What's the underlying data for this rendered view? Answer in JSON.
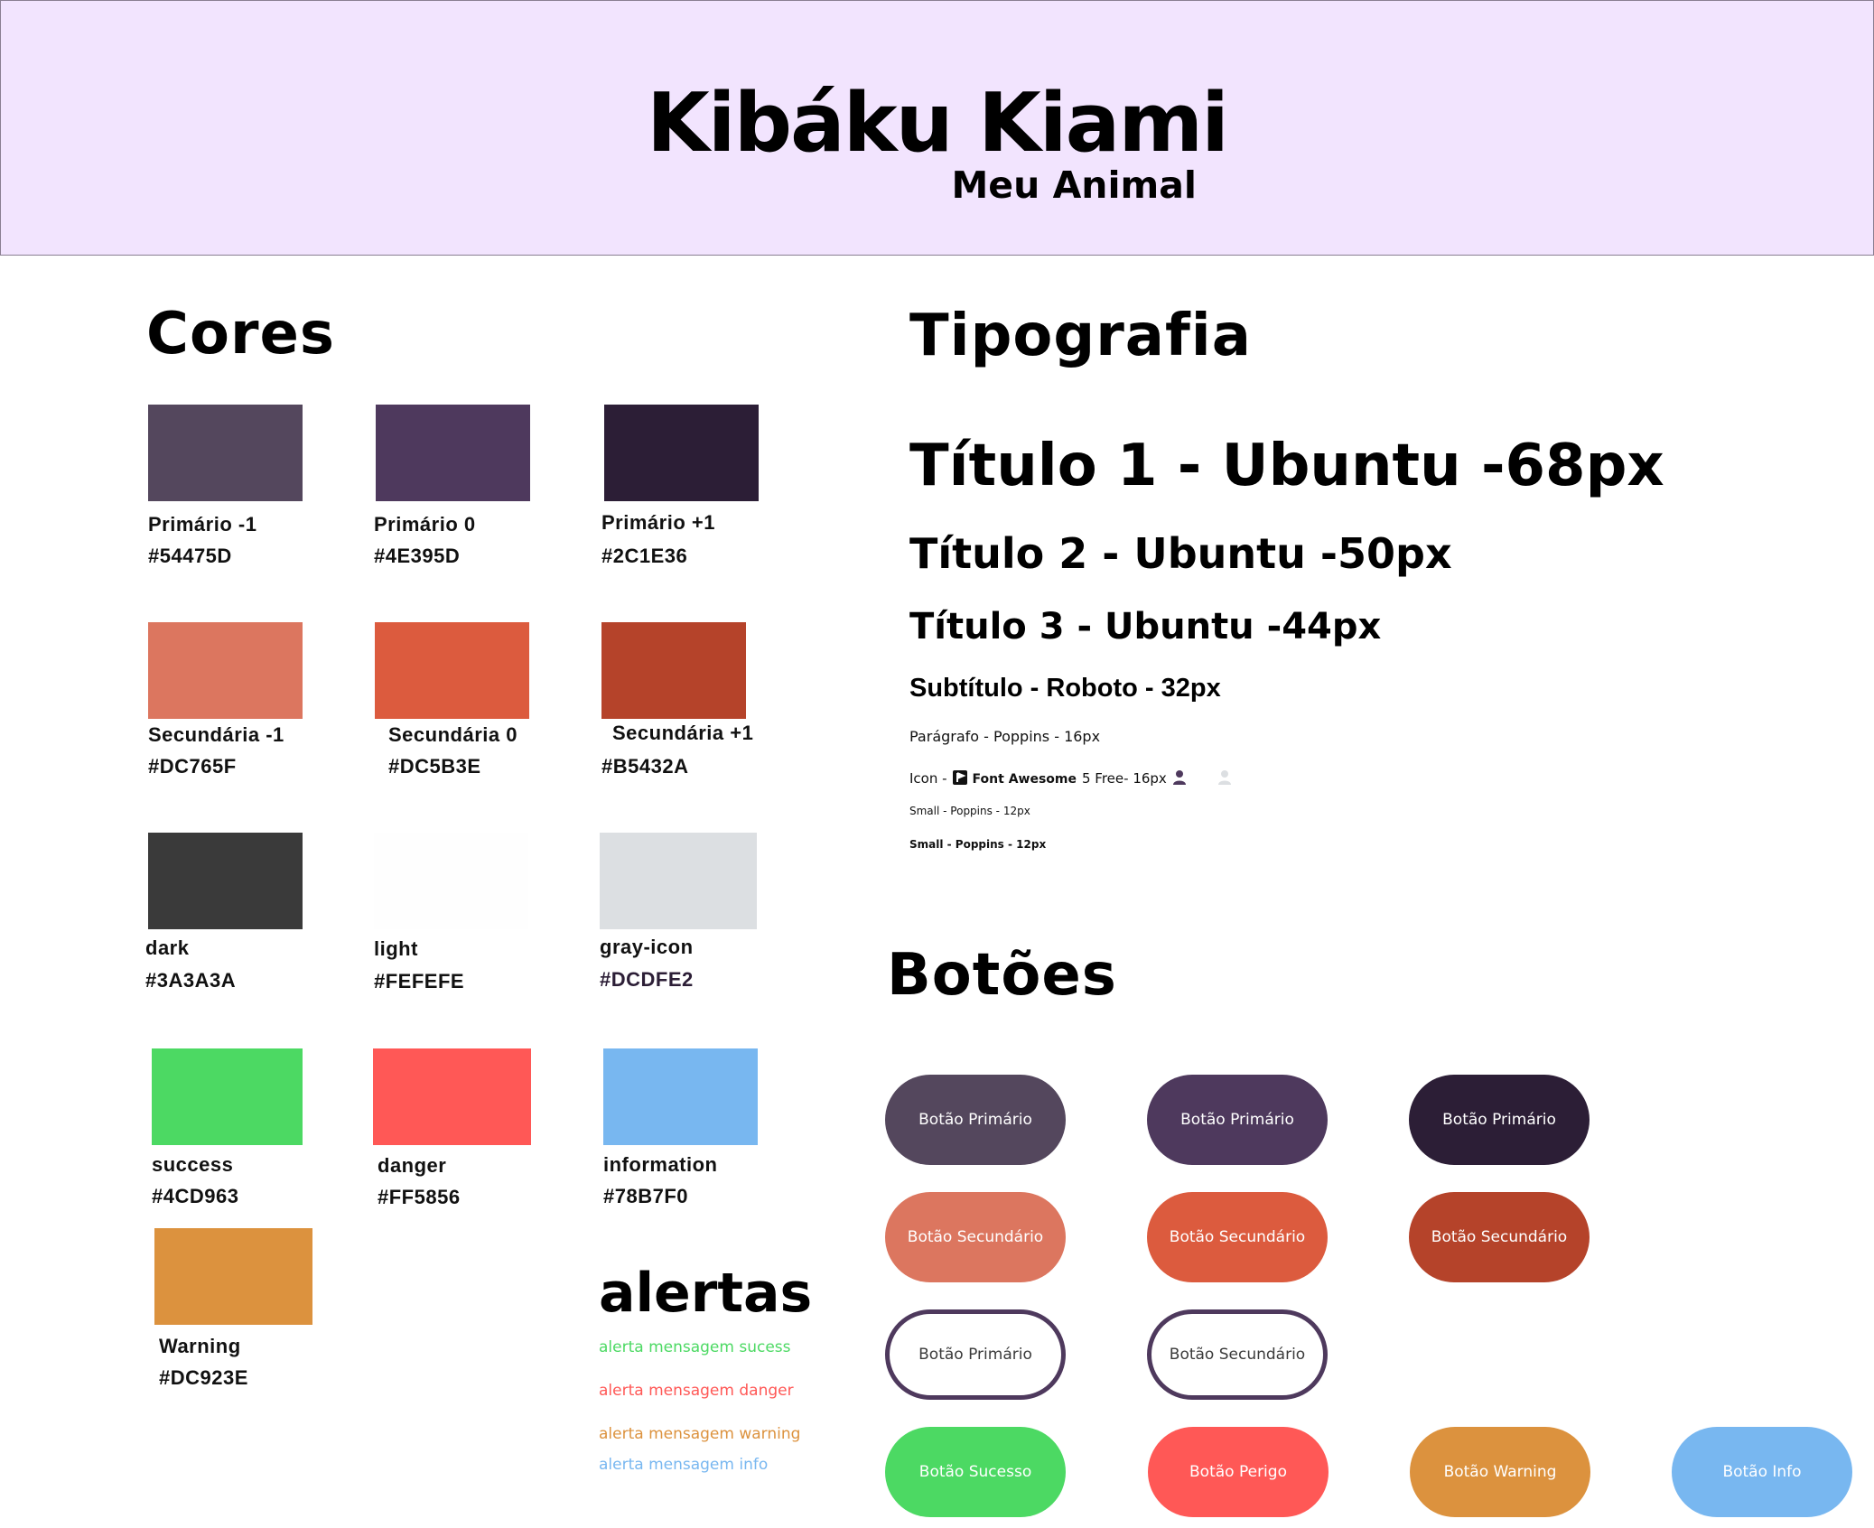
{
  "header": {
    "title": "Kibáku Kiami",
    "subtitle": "Meu Animal"
  },
  "colors_section": {
    "title": "Cores",
    "swatches": [
      {
        "name": "Primário -1",
        "hex_label": "#54475D",
        "color": "#54475D"
      },
      {
        "name": "Primário 0",
        "hex_label": "#4E395D",
        "color": "#4E395D"
      },
      {
        "name": "Primário +1",
        "hex_label": "#2C1E36",
        "color": "#2C1E36"
      },
      {
        "name": "Secundária -1",
        "hex_label": "#DC765F",
        "color": "#DC765F"
      },
      {
        "name": "Secundária 0",
        "hex_label": "#DC5B3E",
        "color": "#DC5B3E"
      },
      {
        "name": "Secundária +1",
        "hex_label": "#B5432A",
        "color": "#B5432A"
      },
      {
        "name": "dark",
        "hex_label": "#3A3A3A",
        "color": "#3A3A3A"
      },
      {
        "name": "light",
        "hex_label": "#FEFEFE",
        "color": "#FEFEFE"
      },
      {
        "name": "gray-icon",
        "hex_label": "#DCDFE2",
        "color": "#DCDFE2"
      },
      {
        "name": "success",
        "hex_label": "#4CD963",
        "color": "#4CD963"
      },
      {
        "name": "danger",
        "hex_label": "#FF5856",
        "color": "#FF5856"
      },
      {
        "name": "information",
        "hex_label": "#78B7F0",
        "color": "#78B7F0"
      },
      {
        "name": "Warning",
        "hex_label": "#DC923E",
        "color": "#DC923E"
      }
    ]
  },
  "typography_section": {
    "title": "Tipografia",
    "title1": "Título 1 - Ubuntu -68px",
    "title2": "Título 2 - Ubuntu -50px",
    "title3": "Título 3 - Ubuntu -44px",
    "subtitle": "Subtítulo - Roboto - 32px",
    "paragraph": "Parágrafo - Poppins - 16px",
    "icon_prefix": "Icon -",
    "icon_brand": "Font Awesome",
    "icon_suffix": "5 Free- 16px",
    "small_regular": "Small - Poppins - 12px",
    "small_bold": "Small - Poppins - 12px",
    "icons": [
      "user-icon-dark",
      "user-icon-light"
    ]
  },
  "alerts_section": {
    "title": "alertas",
    "messages": [
      {
        "text": "alerta mensagem sucess",
        "color": "#4CD963"
      },
      {
        "text": "alerta mensagem danger",
        "color": "#FF5856"
      },
      {
        "text": "alerta mensagem warning",
        "color": "#DC923E"
      },
      {
        "text": "alerta mensagem info",
        "color": "#78B7F0"
      }
    ]
  },
  "buttons_section": {
    "title": "Botões",
    "buttons": [
      {
        "label": "Botão Primário",
        "color": "#54475D"
      },
      {
        "label": "Botão Primário",
        "color": "#4E395D"
      },
      {
        "label": "Botão Primário",
        "color": "#2C1E36"
      },
      {
        "label": "Botão Secundário",
        "color": "#DC765F"
      },
      {
        "label": "Botão Secundário",
        "color": "#DC5B3E"
      },
      {
        "label": "Botão Secundário",
        "color": "#B5432A"
      },
      {
        "label": "Botão Primário",
        "color": "#4E395D",
        "style": "outline"
      },
      {
        "label": "Botão Secundário",
        "color": "#4E395D",
        "style": "outline"
      },
      {
        "label": "Botão Sucesso",
        "color": "#4CD963"
      },
      {
        "label": "Botão Perigo",
        "color": "#FF5856"
      },
      {
        "label": "Botão Warning",
        "color": "#DC923E"
      },
      {
        "label": "Botão Info",
        "color": "#78B7F0"
      }
    ]
  }
}
